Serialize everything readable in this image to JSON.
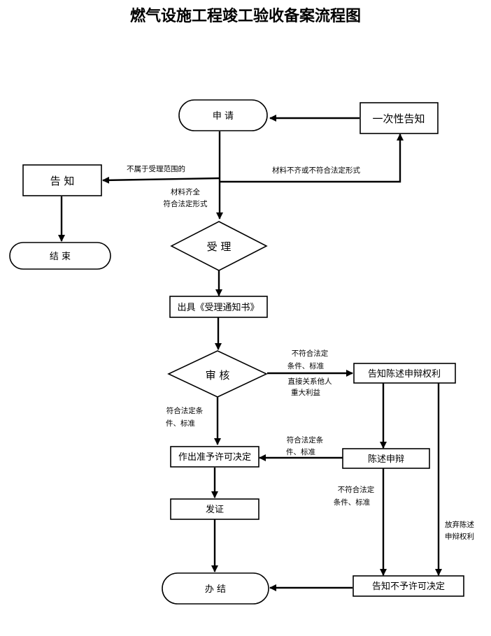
{
  "title": "燃气设施工程竣工验收备案流程图",
  "nodes": {
    "apply": "申  请",
    "notice_once": "一次性告知",
    "notify": "告  知",
    "end": "结  束",
    "accept": "受  理",
    "issue_notice": "出具《受理通知书》",
    "review": "审  核",
    "notify_rights": "告知陈述申辩权利",
    "grant_decision": "作出准予许可决定",
    "statement": "陈述申辩",
    "certify": "发证",
    "finish": "办  结",
    "deny_decision": "告知不予许可决定"
  },
  "edge_labels": {
    "out_of_scope": "不属于受理范围的",
    "incomplete": "材料不齐或不符合法定形式",
    "complete_1": "材料齐全",
    "complete_2": "符合法定形式",
    "review_fail_1": "不符合法定",
    "review_fail_2": "条件、标准",
    "review_interest_1": "直接关系他人",
    "review_interest_2": "重大利益",
    "review_pass_1": "符合法定条",
    "review_pass_2": "件、标准",
    "statement_pass_1": "符合法定条",
    "statement_pass_2": "件、标准",
    "statement_fail_1": "不符合法定",
    "statement_fail_2": "条件、标准",
    "waive_1": "放弃陈述",
    "waive_2": "申辩权利"
  }
}
